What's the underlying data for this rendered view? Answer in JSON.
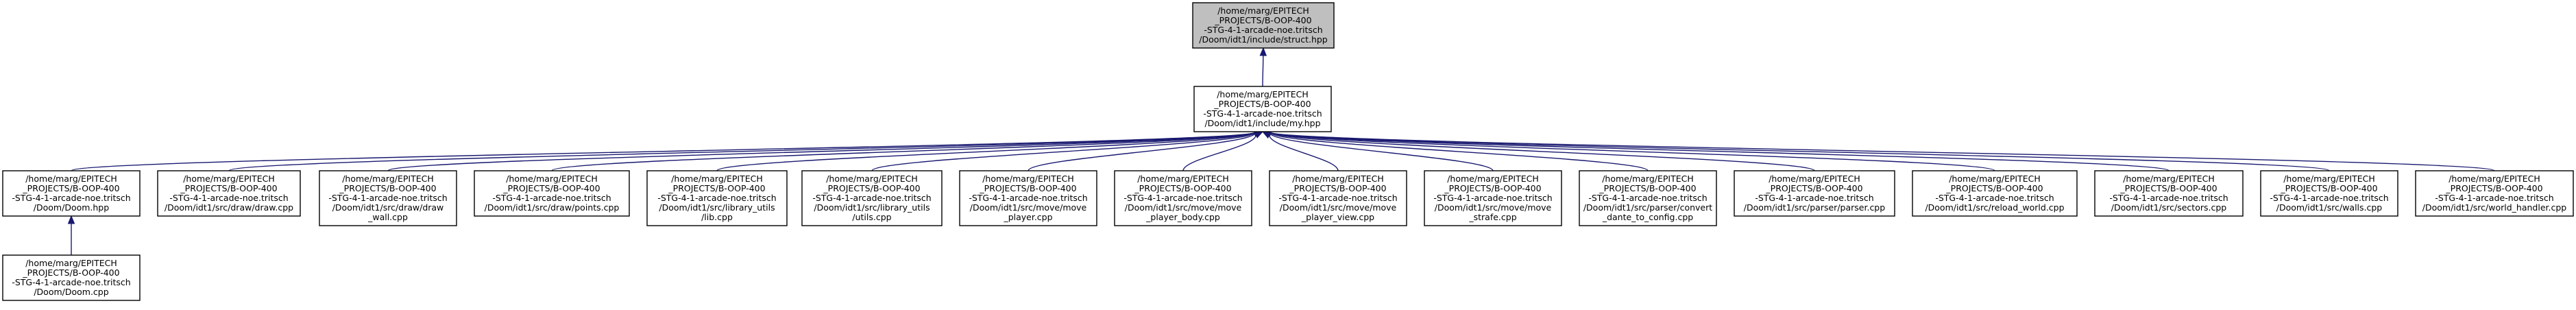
{
  "colors": {
    "edge": "#191970",
    "root_fill": "#bfbfbf",
    "node_fill": "#ffffff",
    "border": "#000000"
  },
  "nodes": [
    {
      "id": "struct_hpp",
      "role": "root",
      "lines": [
        "/home/marg/EPITECH",
        "_PROJECTS/B-OOP-400",
        "-STG-4-1-arcade-noe.tritsch",
        "/Doom/idt1/include/struct.hpp"
      ]
    },
    {
      "id": "my_hpp",
      "role": "hub",
      "lines": [
        "/home/marg/EPITECH",
        "_PROJECTS/B-OOP-400",
        "-STG-4-1-arcade-noe.tritsch",
        "/Doom/idt1/include/my.hpp"
      ]
    },
    {
      "id": "doom_hpp",
      "role": "leaf",
      "lines": [
        "/home/marg/EPITECH",
        "_PROJECTS/B-OOP-400",
        "-STG-4-1-arcade-noe.tritsch",
        "/Doom/Doom.hpp"
      ]
    },
    {
      "id": "draw_cpp",
      "role": "leaf",
      "lines": [
        "/home/marg/EPITECH",
        "_PROJECTS/B-OOP-400",
        "-STG-4-1-arcade-noe.tritsch",
        "/Doom/idt1/src/draw/draw.cpp"
      ]
    },
    {
      "id": "draw_wall_cpp",
      "role": "leaf",
      "lines": [
        "/home/marg/EPITECH",
        "_PROJECTS/B-OOP-400",
        "-STG-4-1-arcade-noe.tritsch",
        "/Doom/idt1/src/draw/draw",
        "_wall.cpp"
      ]
    },
    {
      "id": "points_cpp",
      "role": "leaf",
      "lines": [
        "/home/marg/EPITECH",
        "_PROJECTS/B-OOP-400",
        "-STG-4-1-arcade-noe.tritsch",
        "/Doom/idt1/src/draw/points.cpp"
      ]
    },
    {
      "id": "lib_cpp",
      "role": "leaf",
      "lines": [
        "/home/marg/EPITECH",
        "_PROJECTS/B-OOP-400",
        "-STG-4-1-arcade-noe.tritsch",
        "/Doom/idt1/src/library_utils",
        "/lib.cpp"
      ]
    },
    {
      "id": "utils_cpp",
      "role": "leaf",
      "lines": [
        "/home/marg/EPITECH",
        "_PROJECTS/B-OOP-400",
        "-STG-4-1-arcade-noe.tritsch",
        "/Doom/idt1/src/library_utils",
        "/utils.cpp"
      ]
    },
    {
      "id": "move_player_cpp",
      "role": "leaf",
      "lines": [
        "/home/marg/EPITECH",
        "_PROJECTS/B-OOP-400",
        "-STG-4-1-arcade-noe.tritsch",
        "/Doom/idt1/src/move/move",
        "_player.cpp"
      ]
    },
    {
      "id": "move_player_body_cpp",
      "role": "leaf",
      "lines": [
        "/home/marg/EPITECH",
        "_PROJECTS/B-OOP-400",
        "-STG-4-1-arcade-noe.tritsch",
        "/Doom/idt1/src/move/move",
        "_player_body.cpp"
      ]
    },
    {
      "id": "move_player_view_cpp",
      "role": "leaf",
      "lines": [
        "/home/marg/EPITECH",
        "_PROJECTS/B-OOP-400",
        "-STG-4-1-arcade-noe.tritsch",
        "/Doom/idt1/src/move/move",
        "_player_view.cpp"
      ]
    },
    {
      "id": "move_strafe_cpp",
      "role": "leaf",
      "lines": [
        "/home/marg/EPITECH",
        "_PROJECTS/B-OOP-400",
        "-STG-4-1-arcade-noe.tritsch",
        "/Doom/idt1/src/move/move",
        "_strafe.cpp"
      ]
    },
    {
      "id": "convert_cpp",
      "role": "leaf",
      "lines": [
        "/home/marg/EPITECH",
        "_PROJECTS/B-OOP-400",
        "-STG-4-1-arcade-noe.tritsch",
        "/Doom/idt1/src/parser/convert",
        "_dante_to_config.cpp"
      ]
    },
    {
      "id": "parser_cpp",
      "role": "leaf",
      "lines": [
        "/home/marg/EPITECH",
        "_PROJECTS/B-OOP-400",
        "-STG-4-1-arcade-noe.tritsch",
        "/Doom/idt1/src/parser/parser.cpp"
      ]
    },
    {
      "id": "reload_world_cpp",
      "role": "leaf",
      "lines": [
        "/home/marg/EPITECH",
        "_PROJECTS/B-OOP-400",
        "-STG-4-1-arcade-noe.tritsch",
        "/Doom/idt1/src/reload_world.cpp"
      ]
    },
    {
      "id": "sectors_cpp",
      "role": "leaf",
      "lines": [
        "/home/marg/EPITECH",
        "_PROJECTS/B-OOP-400",
        "-STG-4-1-arcade-noe.tritsch",
        "/Doom/idt1/src/sectors.cpp"
      ]
    },
    {
      "id": "walls_cpp",
      "role": "leaf",
      "lines": [
        "/home/marg/EPITECH",
        "_PROJECTS/B-OOP-400",
        "-STG-4-1-arcade-noe.tritsch",
        "/Doom/idt1/src/walls.cpp"
      ]
    },
    {
      "id": "world_handler_cpp",
      "role": "leaf",
      "lines": [
        "/home/marg/EPITECH",
        "_PROJECTS/B-OOP-400",
        "-STG-4-1-arcade-noe.tritsch",
        "/Doom/idt1/src/world_handler.cpp"
      ]
    },
    {
      "id": "doom_cpp",
      "role": "leaf",
      "lines": [
        "/home/marg/EPITECH",
        "_PROJECTS/B-OOP-400",
        "-STG-4-1-arcade-noe.tritsch",
        "/Doom/Doom.cpp"
      ]
    }
  ],
  "edges": [
    {
      "from": "my_hpp",
      "to": "struct_hpp"
    },
    {
      "from": "doom_hpp",
      "to": "my_hpp"
    },
    {
      "from": "draw_cpp",
      "to": "my_hpp"
    },
    {
      "from": "draw_wall_cpp",
      "to": "my_hpp"
    },
    {
      "from": "points_cpp",
      "to": "my_hpp"
    },
    {
      "from": "lib_cpp",
      "to": "my_hpp"
    },
    {
      "from": "utils_cpp",
      "to": "my_hpp"
    },
    {
      "from": "move_player_cpp",
      "to": "my_hpp"
    },
    {
      "from": "move_player_body_cpp",
      "to": "my_hpp"
    },
    {
      "from": "move_player_view_cpp",
      "to": "my_hpp"
    },
    {
      "from": "move_strafe_cpp",
      "to": "my_hpp"
    },
    {
      "from": "convert_cpp",
      "to": "my_hpp"
    },
    {
      "from": "parser_cpp",
      "to": "my_hpp"
    },
    {
      "from": "reload_world_cpp",
      "to": "my_hpp"
    },
    {
      "from": "sectors_cpp",
      "to": "my_hpp"
    },
    {
      "from": "walls_cpp",
      "to": "my_hpp"
    },
    {
      "from": "world_handler_cpp",
      "to": "my_hpp"
    },
    {
      "from": "doom_cpp",
      "to": "doom_hpp"
    }
  ]
}
